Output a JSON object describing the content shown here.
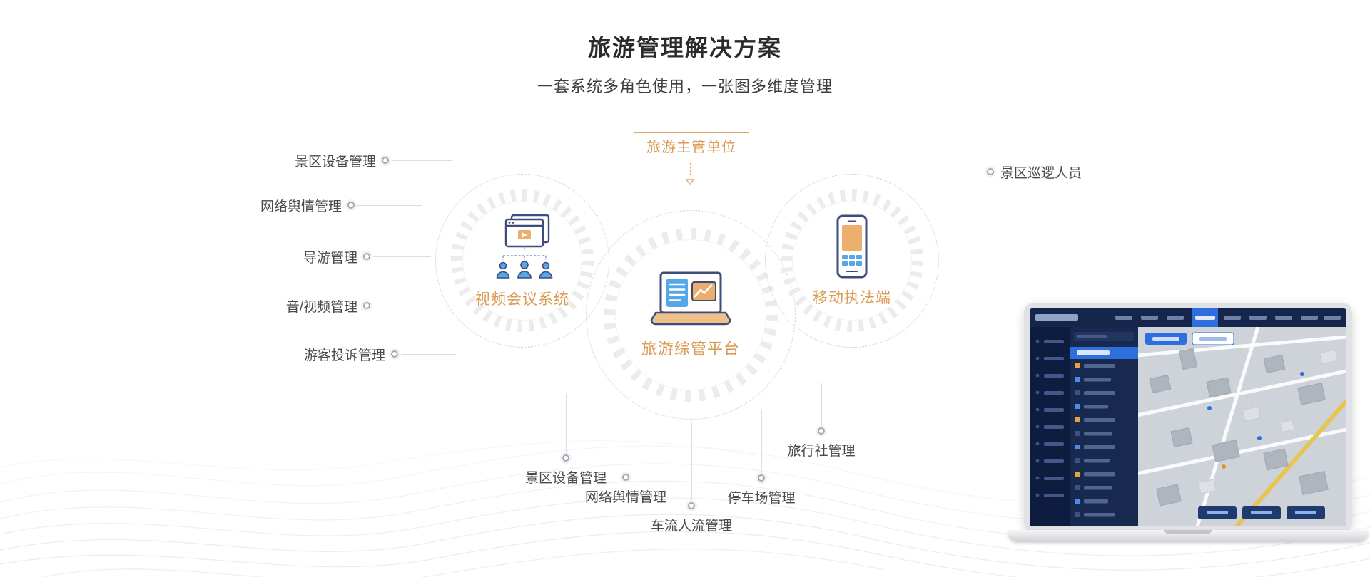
{
  "page": {
    "title": "旅游管理解决方案",
    "subtitle": "一套系统多角色使用，一张图多维度管理"
  },
  "diagram": {
    "authority": {
      "label": "旅游主管单位"
    },
    "nodes": [
      {
        "id": "video-conference",
        "label": "视频会议系统"
      },
      {
        "id": "integrated-platform",
        "label": "旅游综管平台"
      },
      {
        "id": "mobile-enforcement",
        "label": "移动执法端"
      }
    ],
    "left_labels": [
      "景区设备管理",
      "网络舆情管理",
      "导游管理",
      "音/视频管理",
      "游客投诉管理"
    ],
    "right_labels": [
      "景区巡逻人员"
    ],
    "bottom_labels": [
      "景区设备管理",
      "网络舆情管理",
      "车流人流管理",
      "停车场管理",
      "旅行社管理"
    ]
  },
  "icons": {
    "video_conference": "video-window-with-participants-icon",
    "integrated_platform": "laptop-dashboard-icon",
    "mobile_enforcement": "smartphone-icon"
  },
  "colors": {
    "accent_orange_text": "#D99C55",
    "accent_orange_border": "#E2A763",
    "icon_navy": "#3D4C7A",
    "icon_blue": "#55A7E8",
    "icon_orange_fill": "#EBAE6C",
    "connector_gray": "#DBDDE1",
    "title_text": "#2B2B2B",
    "label_text": "#4A4A4A"
  },
  "laptop_preview": {
    "ui_topbar_navy": "#15254B",
    "ui_sidebar_navy": "#0E1C3F",
    "ui_accent_blue": "#2E6FE0",
    "map_background": "#CDD3D9",
    "map_road_yellow": "#E6C552"
  }
}
